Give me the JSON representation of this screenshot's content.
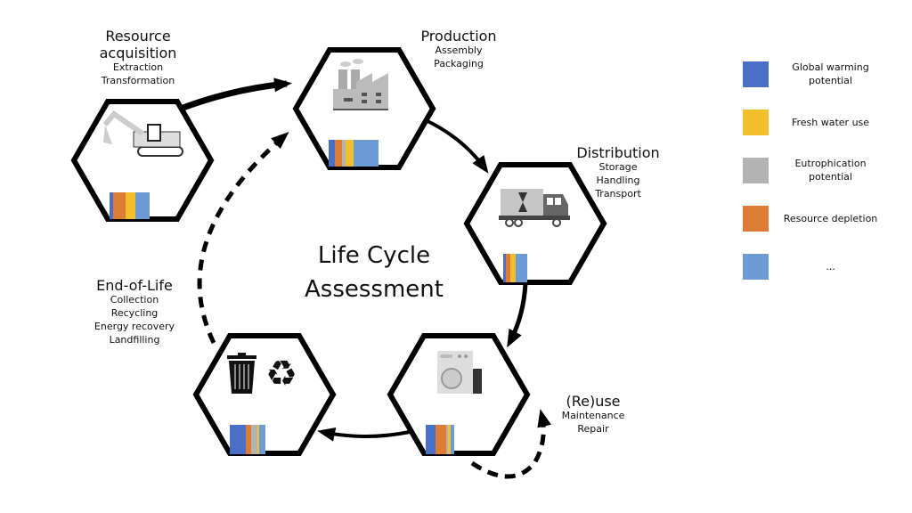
{
  "center_title": {
    "line1": "Life Cycle",
    "line2": "Assessment"
  },
  "colors": {
    "global_warming": "#4a6fc7",
    "fresh_water": "#f3c02c",
    "eutrophication": "#b3b3b3",
    "resource_depletion": "#de7b35",
    "other": "#6c9bd6",
    "stroke": "#000000"
  },
  "stages": [
    {
      "id": "resource-acquisition",
      "title_lines": [
        "Resource",
        "acquisition"
      ],
      "subs": [
        "Extraction",
        "Transformation"
      ],
      "icon": "excavator-icon",
      "impacts": [
        {
          "cat": "global_warming",
          "v": 4
        },
        {
          "cat": "resource_depletion",
          "v": 14
        },
        {
          "cat": "fresh_water",
          "v": 11
        },
        {
          "cat": "other",
          "v": 16
        }
      ]
    },
    {
      "id": "production",
      "title_lines": [
        "Production"
      ],
      "subs": [
        "Assembly",
        "Packaging"
      ],
      "icon": "factory-icon",
      "impacts": [
        {
          "cat": "global_warming",
          "v": 7
        },
        {
          "cat": "resource_depletion",
          "v": 8
        },
        {
          "cat": "eutrophication",
          "v": 4
        },
        {
          "cat": "fresh_water",
          "v": 9
        },
        {
          "cat": "other",
          "v": 28
        }
      ]
    },
    {
      "id": "distribution",
      "title_lines": [
        "Distribution"
      ],
      "subs": [
        "Storage",
        "Handling",
        "Transport"
      ],
      "icon": "truck-icon",
      "impacts": [
        {
          "cat": "global_warming",
          "v": 3
        },
        {
          "cat": "resource_depletion",
          "v": 5
        },
        {
          "cat": "fresh_water",
          "v": 6
        },
        {
          "cat": "other",
          "v": 13
        }
      ]
    },
    {
      "id": "reuse",
      "title_lines": [
        "(Re)use"
      ],
      "subs": [
        "Maintenance",
        "Repair"
      ],
      "icon": "washing-machine-icon",
      "impacts": [
        {
          "cat": "global_warming",
          "v": 11
        },
        {
          "cat": "resource_depletion",
          "v": 12
        },
        {
          "cat": "eutrophication",
          "v": 2
        },
        {
          "cat": "fresh_water",
          "v": 3
        },
        {
          "cat": "other",
          "v": 4
        }
      ]
    },
    {
      "id": "end-of-life",
      "title_lines": [
        "End-of-Life"
      ],
      "subs": [
        "Collection",
        "Recycling",
        "Energy recovery",
        "Landfilling"
      ],
      "icon": "trash-recycle-icon",
      "impacts": [
        {
          "cat": "global_warming",
          "v": 18
        },
        {
          "cat": "resource_depletion",
          "v": 6
        },
        {
          "cat": "eutrophication",
          "v": 7
        },
        {
          "cat": "fresh_water",
          "v": 2
        },
        {
          "cat": "other",
          "v": 7
        }
      ]
    }
  ],
  "legend": [
    {
      "cat": "global_warming",
      "label": "Global warming potential"
    },
    {
      "cat": "fresh_water",
      "label": "Fresh water use"
    },
    {
      "cat": "eutrophication",
      "label": "Eutrophication potential"
    },
    {
      "cat": "resource_depletion",
      "label": "Resource depletion"
    },
    {
      "cat": "other",
      "label": "..."
    }
  ]
}
